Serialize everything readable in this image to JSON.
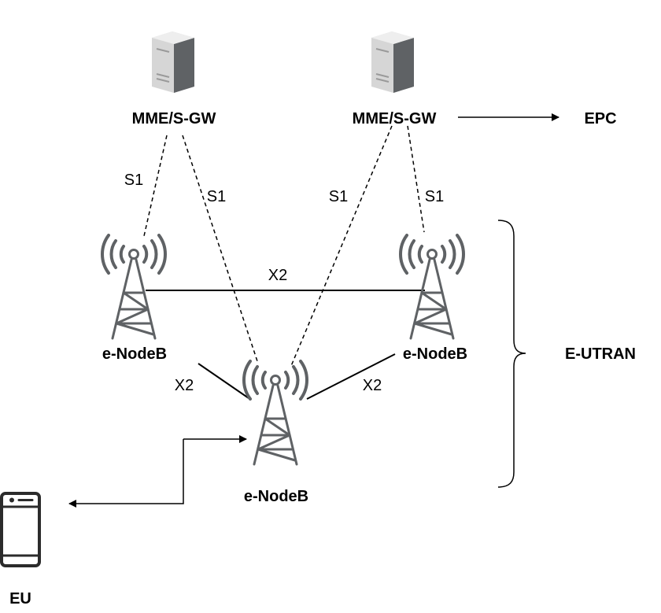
{
  "servers": [
    {
      "label": "MME/S-GW"
    },
    {
      "label": "MME/S-GW"
    }
  ],
  "epc_label": "EPC",
  "enodebs": [
    {
      "label": "e-NodeB"
    },
    {
      "label": "e-NodeB"
    },
    {
      "label": "e-NodeB"
    }
  ],
  "links": {
    "s1_a": "S1",
    "s1_b": "S1",
    "s1_c": "S1",
    "s1_d": "S1",
    "x2_top": "X2",
    "x2_left": "X2",
    "x2_right": "X2"
  },
  "eutran_label": "E-UTRAN",
  "ue_label": "EU",
  "colors": {
    "line": "#000000",
    "server_light": "#d6d6d6",
    "server_dark": "#5f6265",
    "tower": "#5f6265"
  }
}
